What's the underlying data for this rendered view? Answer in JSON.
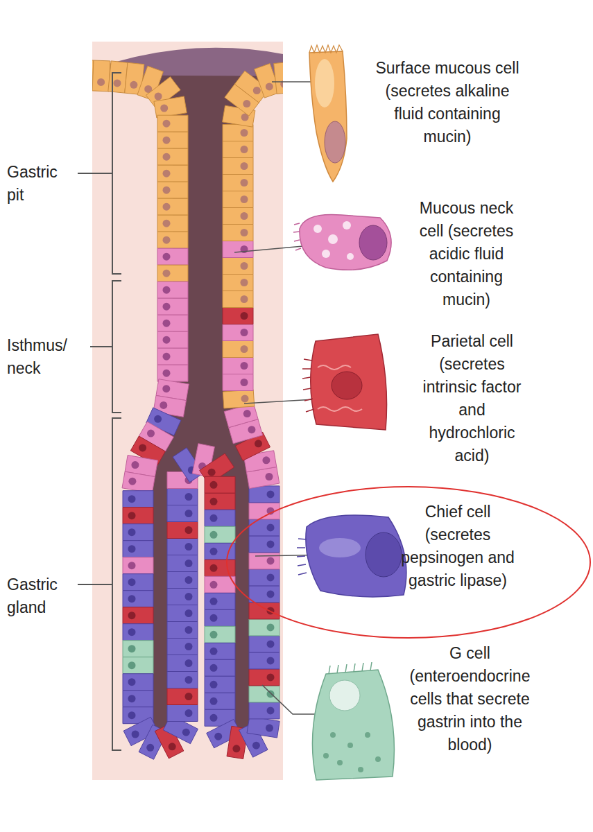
{
  "diagram": {
    "nodes": [
      {
        "text": [
          "Chief cell (secretes pepsinogen and gastric lipase)"
        ]
      }
    ],
    "labels": [
      "Gastric pit",
      "Surface mucous cell (secretes alkaline fluid containing mucin)",
      "Mucous neck cell (secretes acidic fluid containing mucin)",
      "Isthmus/ neck",
      "Parietal cell (secretes intrinsic factor and hydrochloric acid)",
      "Gastric gland",
      "G cell (enteroendocrine cells that secrete gastrin into the blood)"
    ]
  }
}
